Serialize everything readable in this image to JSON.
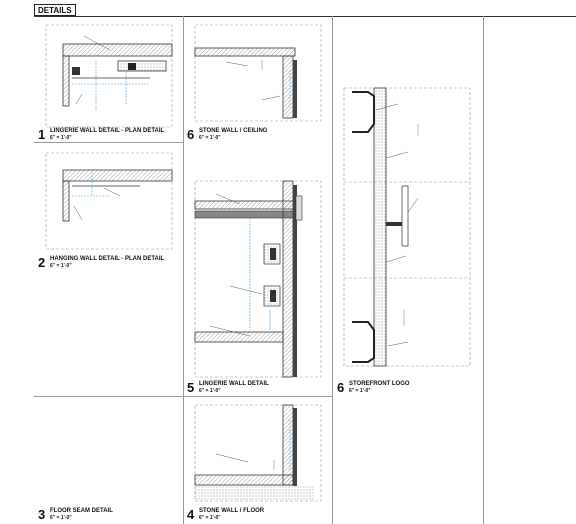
{
  "header": {
    "title": "DETAILS"
  },
  "details": [
    {
      "id": "d1",
      "number": "1",
      "name": "LINGERIE WALL DETAIL - PLAN DETAIL",
      "scale": "6\" = 1'-0\""
    },
    {
      "id": "d2",
      "number": "2",
      "name": "HANGING WALL DETAIL - PLAN DETAIL",
      "scale": "6\" = 1'-0\""
    },
    {
      "id": "d3",
      "number": "3",
      "name": "FLOOR SEAM DETAIL",
      "scale": "6\" = 1'-0\""
    },
    {
      "id": "d4",
      "number": "4",
      "name": "STONE WALL / FLOOR",
      "scale": "6\" = 1'-0\""
    },
    {
      "id": "d5",
      "number": "5",
      "name": "LINGERIE WALL DETAIL",
      "scale": "6\" = 1'-0\""
    },
    {
      "id": "d6a",
      "number": "6",
      "name": "STONE WALL / CEILING",
      "scale": "6\" = 1'-0\""
    },
    {
      "id": "d6b",
      "number": "6",
      "name": "STOREFRONT LOGO",
      "scale": "6\" = 1'-0\""
    }
  ]
}
